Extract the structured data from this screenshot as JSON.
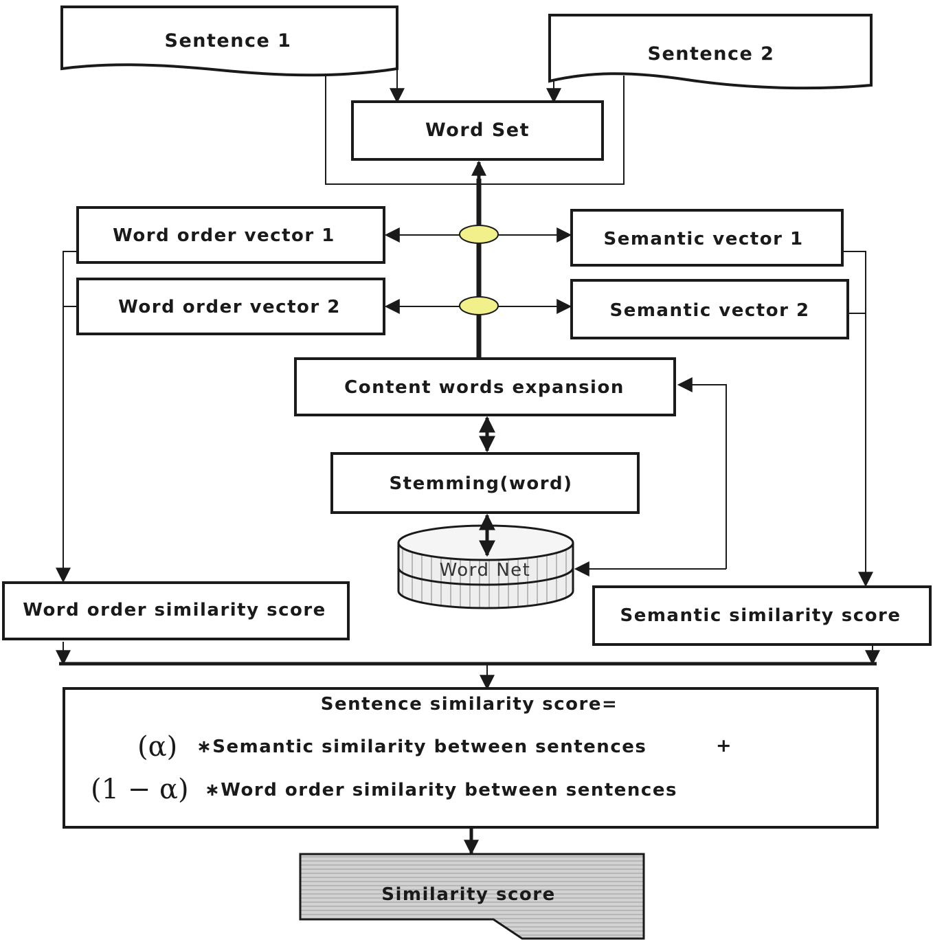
{
  "nodes": {
    "sentence1": "Sentence 1",
    "sentence2": "Sentence 2",
    "word_set": "Word Set",
    "word_order_vector_1": "Word order vector 1",
    "word_order_vector_2": "Word order vector 2",
    "semantic_vector_1": "Semantic vector 1",
    "semantic_vector_2": "Semantic vector 2",
    "content_words_expansion": "Content words expansion",
    "stemming": "Stemming(word)",
    "wordnet": "Word Net",
    "word_order_similarity_score": "Word order similarity score",
    "semantic_similarity_score": "Semantic similarity score",
    "sentence_similarity_title": "Sentence similarity score=",
    "formula_alpha": "(α)",
    "formula_line1": "∗Semantic similarity between sentences",
    "formula_plus": "+",
    "formula_one_minus_alpha": "(1 − α)",
    "formula_line2": "∗Word order similarity between sentences",
    "similarity_score": "Similarity score"
  },
  "colors": {
    "junction": "#f2f08a",
    "output_fill": "#cfcfcf",
    "stroke": "#1a1a1a"
  }
}
